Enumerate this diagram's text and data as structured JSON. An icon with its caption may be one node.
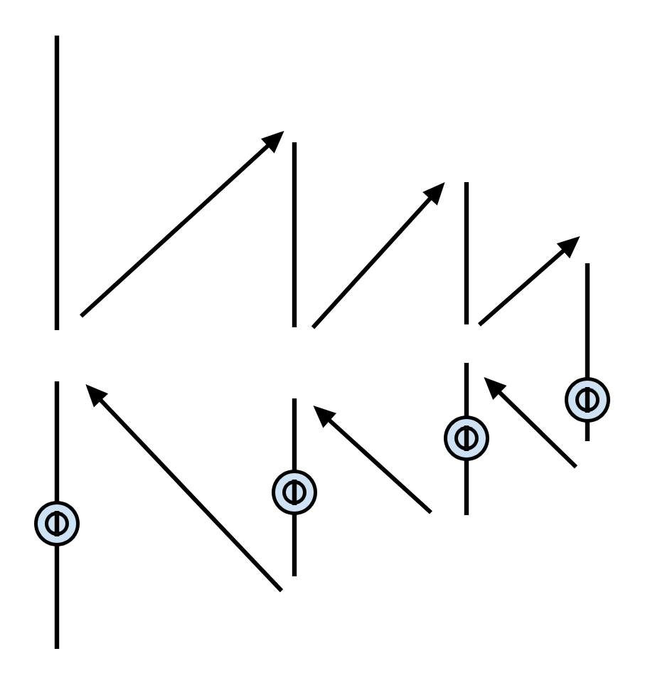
{
  "diagram": {
    "nodes": [
      {
        "text": [],
        "shape": "bar"
      },
      {
        "text": [],
        "shape": "bar"
      },
      {
        "text": [],
        "shape": "bar"
      },
      {
        "text": [],
        "shape": "bar"
      },
      {
        "text": [],
        "shape": "bar"
      },
      {
        "text": [],
        "shape": "bar"
      },
      {
        "text": [],
        "shape": "bar"
      }
    ],
    "edges": [
      {
        "from": 0,
        "to": 2,
        "arrow": "to"
      },
      {
        "from": 2,
        "to": 4,
        "arrow": "to"
      },
      {
        "from": 4,
        "to": 6,
        "arrow": "to"
      },
      {
        "from": 3,
        "to": 1,
        "arrow": "to"
      },
      {
        "from": 5,
        "to": 3,
        "arrow": "to"
      },
      {
        "from": 6,
        "to": 5,
        "arrow": "to"
      }
    ]
  }
}
